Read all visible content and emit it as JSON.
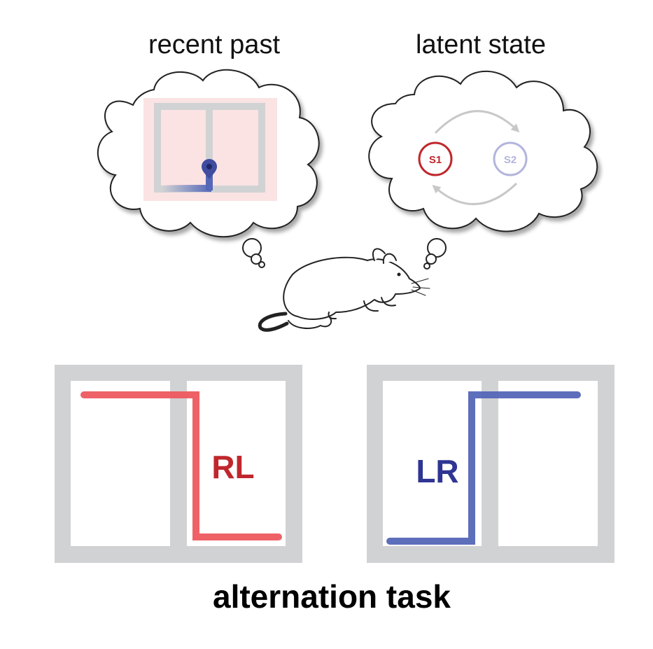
{
  "labels": {
    "recent_past": "recent past",
    "latent_state": "latent state",
    "state_1": "S1",
    "state_2": "S2",
    "route_rl": "RL",
    "route_lr": "LR",
    "caption": "alternation task"
  },
  "colors": {
    "maze_gray": "#d1d2d4",
    "red_route": "#ee5a5f",
    "red_label": "#c0272d",
    "blue_route": "#5567b8",
    "blue_label": "#2e3592",
    "pink_panel": "#fbe3e3",
    "s2_faded": "#b3b5dc",
    "arrow_gray": "#c8c8c8"
  },
  "icons": {
    "thought_clouds": "cloud-icon",
    "location_marker": "map-pin-icon",
    "animal": "rat-illustration"
  }
}
